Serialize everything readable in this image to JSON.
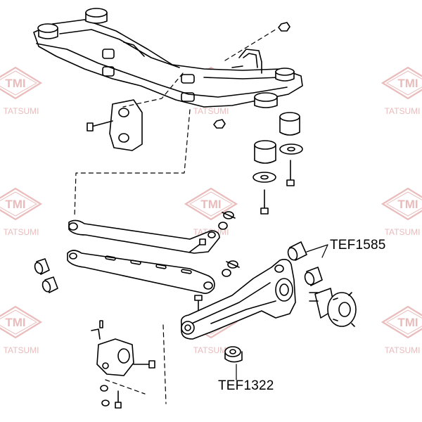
{
  "watermark": {
    "logo_text": "TMI",
    "brand_text": "TATSUMI",
    "color": "#e8b4b4"
  },
  "callouts": {
    "upper": "TEF1585",
    "lower": "TEF1322"
  },
  "line_color": "#000000"
}
